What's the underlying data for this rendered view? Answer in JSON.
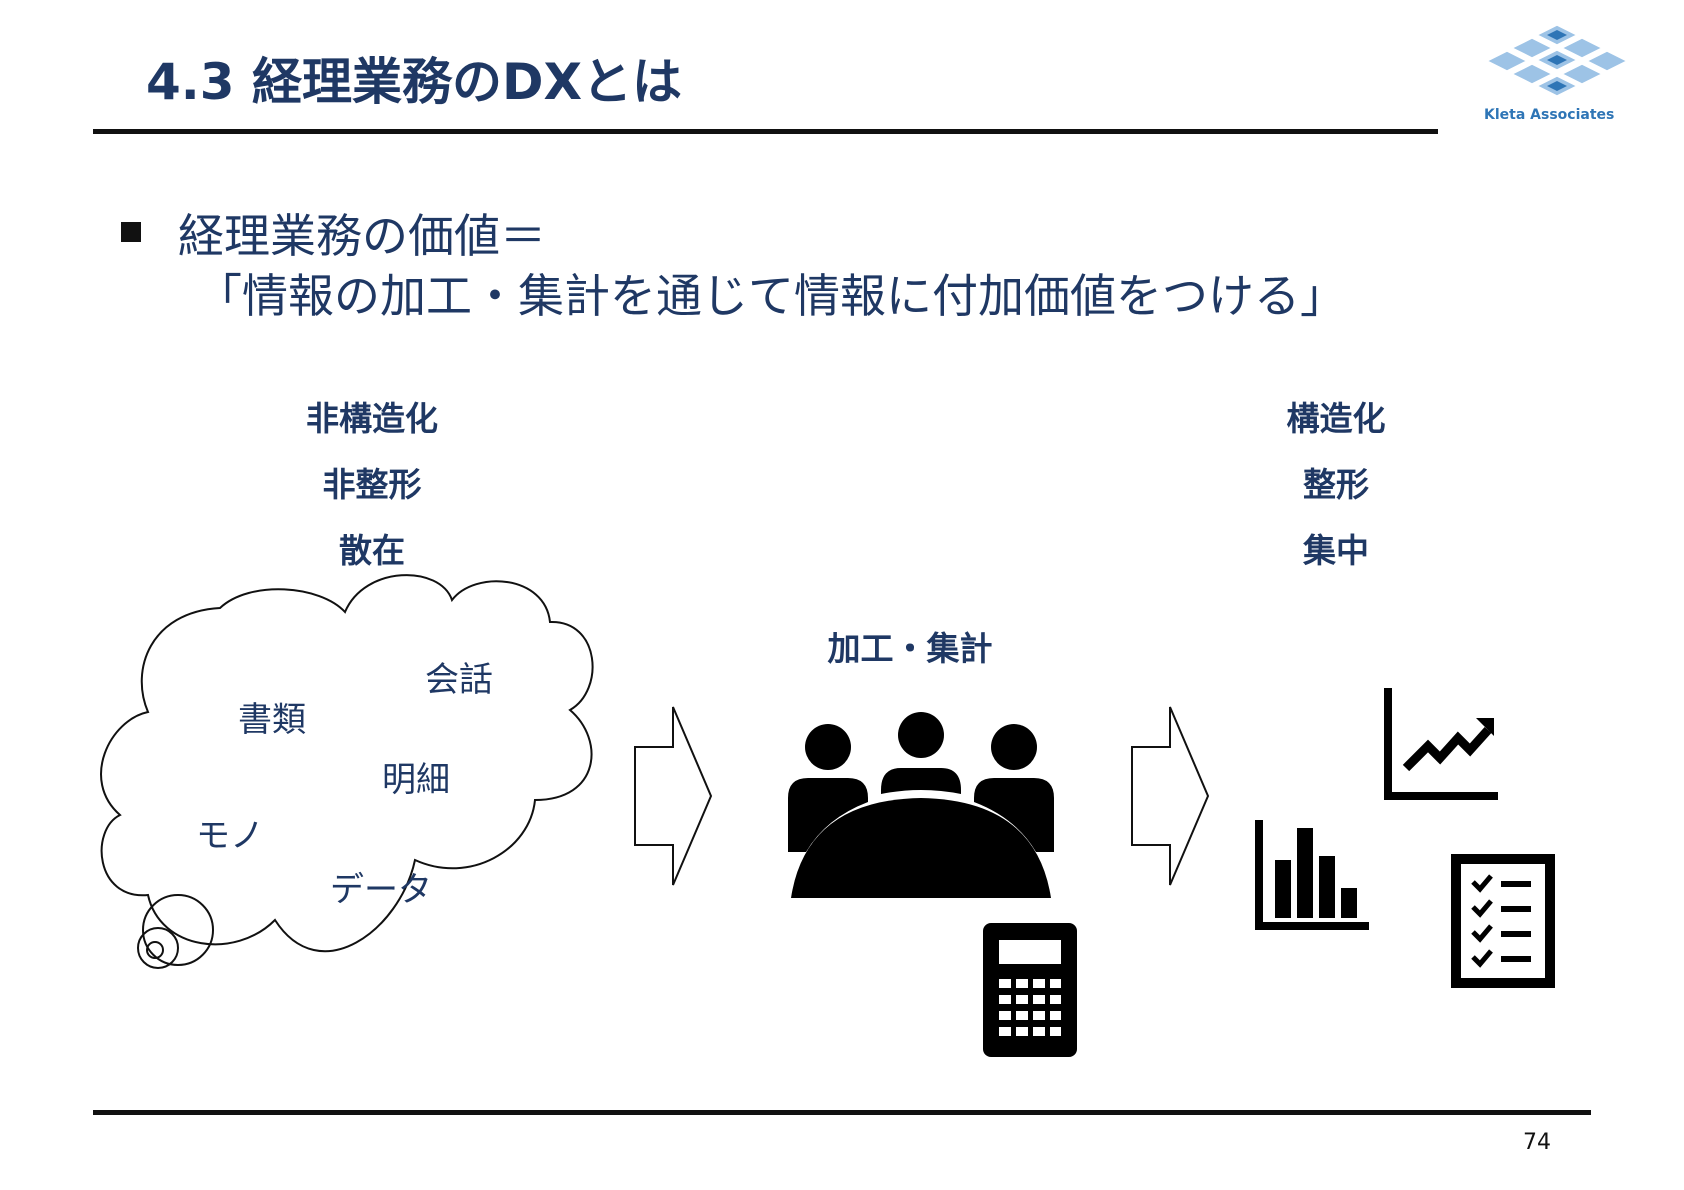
{
  "slide": {
    "title": "4.3 経理業務のDXとは",
    "logo_text": "Kleta Associates",
    "bullet_line1": "経理業務の価値＝",
    "bullet_line2": "「情報の加工・集計を通じて情報に付加価値をつける」",
    "page_number": "74"
  },
  "left_labels": [
    "非構造化",
    "非整形",
    "散在"
  ],
  "right_labels": [
    "構造化",
    "整形",
    "集中"
  ],
  "center_label": "加工・集計",
  "cloud_words": [
    "会話",
    "書類",
    "明細",
    "モノ",
    "データ"
  ],
  "icons": {
    "arrows": [
      "right-arrow-icon",
      "right-arrow-icon"
    ],
    "meeting": "meeting-icon",
    "calculator": "calculator-icon",
    "line_chart": "line-chart-icon",
    "bar_chart": "bar-chart-icon",
    "checklist": "checklist-icon"
  },
  "colors": {
    "title": "#1f3864",
    "logo": "#2e75b6",
    "logo_tiles": "#9dc3e6"
  }
}
